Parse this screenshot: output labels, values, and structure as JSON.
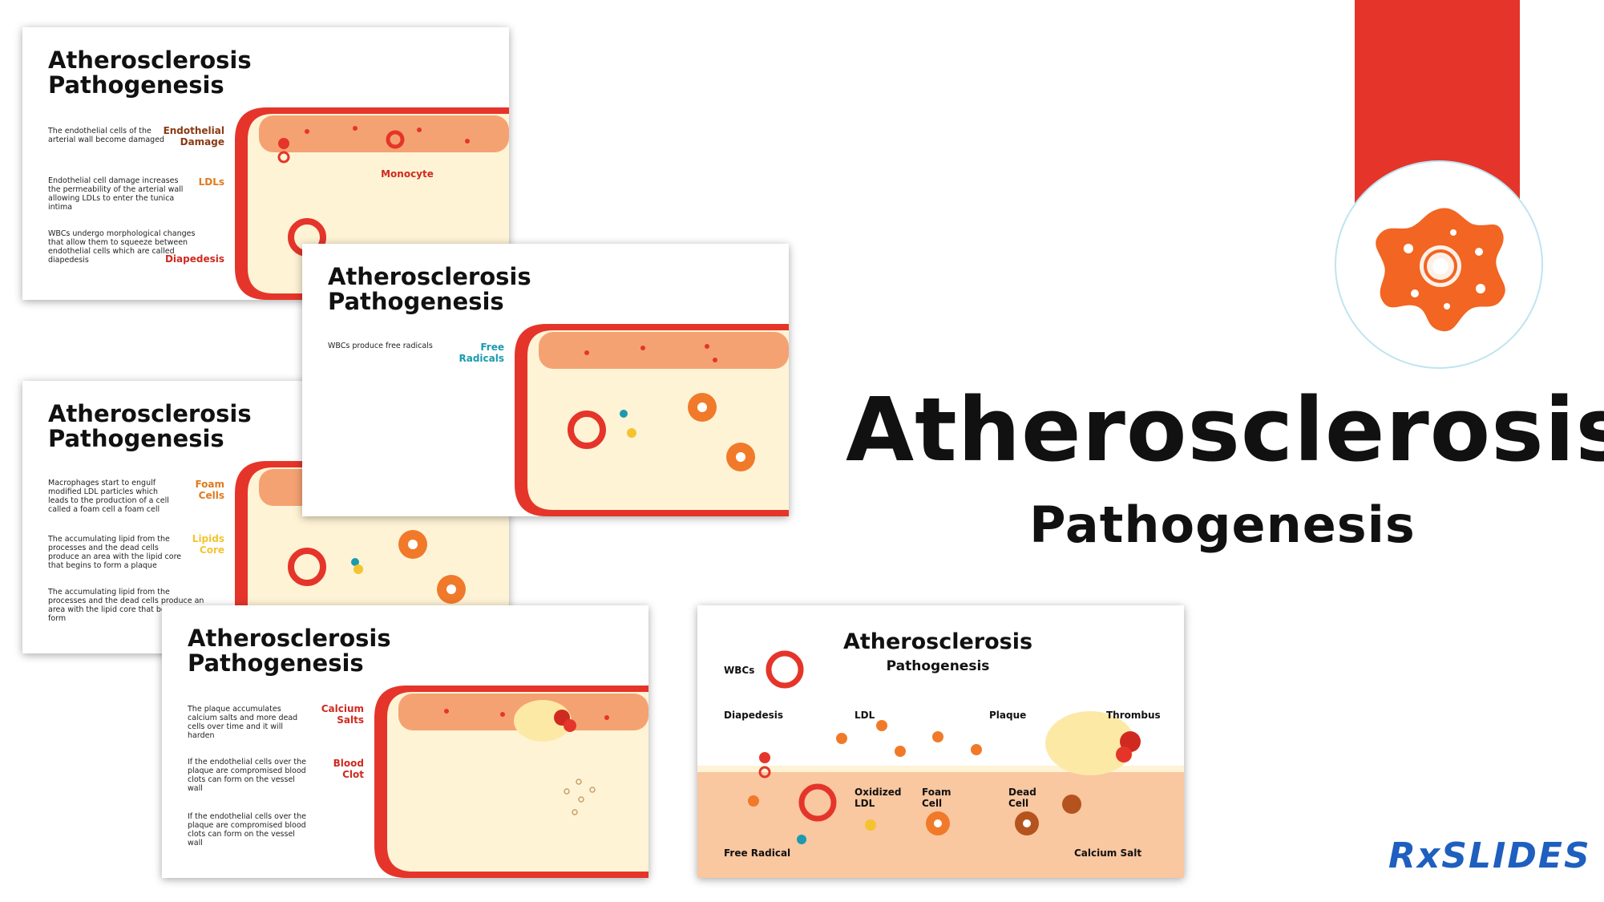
{
  "slide_title": [
    "Atherosclerosis",
    "Pathogenesis"
  ],
  "slide1": {
    "desc1": "The endothelial cells of the arterial wall become damaged",
    "label1": "Endothelial Damage",
    "desc2": "Endothelial cell damage increases the permeability of the arterial wall allowing LDLs to enter the tunica intima",
    "label2": "LDLs",
    "desc3": "WBCs undergo morphological changes that allow them to squeeze between endothelial cells which are called diapedesis",
    "label3": "Diapedesis",
    "monocyte": "Monocyte"
  },
  "slide2": {
    "desc1": "WBCs produce free radicals",
    "label1": "Free Radicals"
  },
  "slide3": {
    "desc1": "Macrophages start to engulf modified LDL particles which leads to the production of a cell called a foam cell a foam cell",
    "label1": "Foam Cells",
    "desc2": "The accumulating lipid from the processes and the dead cells produce an area with the lipid core that begins to form a plaque",
    "label2": "Lipids Core",
    "desc3": "The accumulating lipid from the processes and the dead cells produce an area with the lipid core that begins to form"
  },
  "slide4": {
    "desc1": "The plaque accumulates calcium salts and more dead cells over time and it will harden",
    "label1": "Calcium Salts",
    "desc2": "If the endothelial cells over the plaque are compromised blood clots can form on the vessel wall",
    "label2": "Blood Clot",
    "desc3": "If the endothelial cells over the plaque are compromised blood clots can form on the vessel wall"
  },
  "slide5": {
    "title": "Atherosclerosis",
    "subtitle": "Pathogenesis",
    "wbcs": "WBCs",
    "diapedesis": "Diapedesis",
    "ldl": "LDL",
    "plaque": "Plaque",
    "thrombus": "Thrombus",
    "oxidized_ldl": "Oxidized LDL",
    "foam_cell": "Foam Cell",
    "dead_cell": "Dead Cell",
    "free_radical": "Free Radical",
    "calcium_salt": "Calcium Salt"
  },
  "hero": {
    "title": "Atherosclerosis",
    "subtitle": "Pathogenesis",
    "icon": "macrophage-icon"
  },
  "brand": {
    "logo_text": "RxSLIDES",
    "logo_color": "#1e5fbf"
  },
  "colors": {
    "accent_red": "#e5352a",
    "vessel_wall": "#f5a272",
    "vessel_lumen": "#fff3d6",
    "cell_orange": "#f07a2a",
    "label_orange": "#e07a1f",
    "label_red": "#d02a20",
    "label_teal": "#1b9ab0",
    "label_yellow": "#f4c430",
    "label_brown": "#8a3a14"
  }
}
